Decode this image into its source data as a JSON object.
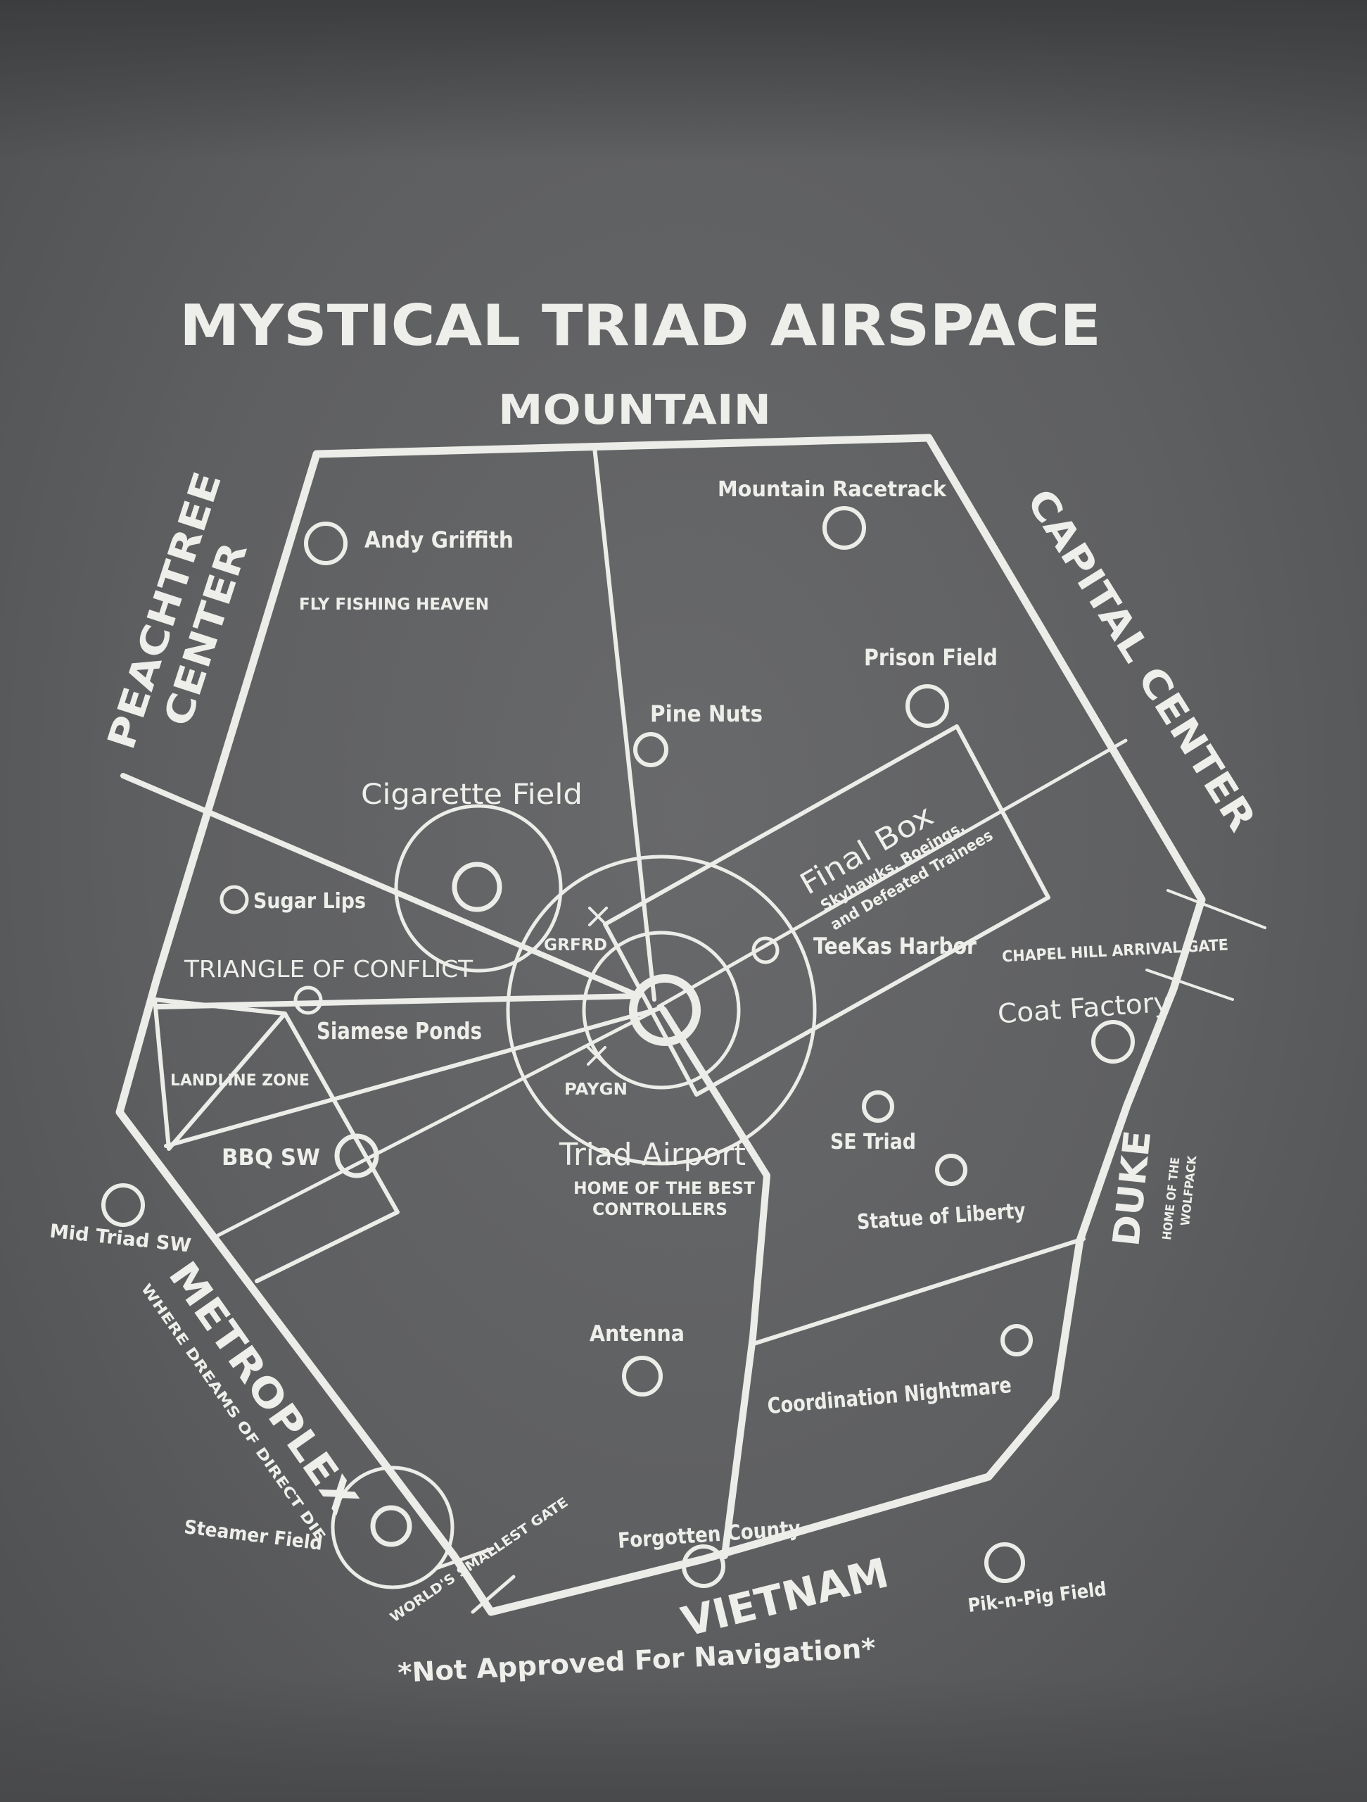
{
  "title": "MYSTICAL TRIAD AIRSPACE",
  "disclaimer": "*Not Approved For Navigation*",
  "regions": {
    "mountain": "MOUNTAIN",
    "peachtree_line1": "PEACHTREE",
    "peachtree_line2": "CENTER",
    "capital": "CAPITAL CENTER",
    "duke": "DUKE",
    "duke_sub1": "HOME OF THE",
    "duke_sub2": "WOLFPACK",
    "metroplex": "METROPLEX",
    "metroplex_sub": "WHERE DREAMS OF DIRECT DIE",
    "vietnam": "VIETNAM"
  },
  "places": {
    "andy_griffith": "Andy Griffith",
    "fly_fishing": "FLY FISHING HEAVEN",
    "mountain_racetrack": "Mountain Racetrack",
    "prison_field": "Prison Field",
    "pine_nuts": "Pine Nuts",
    "cigarette_field": "Cigarette Field",
    "sugar_lips": "Sugar Lips",
    "triangle": "TRIANGLE OF CONFLICT",
    "siamese_ponds": "Siamese Ponds",
    "landline_zone": "LANDLINE ZONE",
    "bbq_sw": "BBQ SW",
    "mid_triad_sw": "Mid Triad SW",
    "steamer_field": "Steamer Field",
    "worlds_smallest_gate": "WORLD'S SMALLEST GATE",
    "forgotten_county": "Forgotten County",
    "antenna": "Antenna",
    "triad_airport": "Triad Airport",
    "airport_sub1": "HOME OF THE BEST",
    "airport_sub2": "CONTROLLERS",
    "grfrd": "GRFRD",
    "paygn": "PAYGN",
    "final_box": "Final Box",
    "final_box_sub1": "Skyhawks, Boeings,",
    "final_box_sub2": "and Defeated Trainees",
    "teekas_harbor": "TeeKas Harbor",
    "chapel_hill_gate": "CHAPEL HILL ARRIVAL GATE",
    "coat_factory": "Coat Factory",
    "se_triad": "SE Triad",
    "statue_of_liberty": "Statue of Liberty",
    "coordination_nightmare": "Coordination Nightmare",
    "pik_n_pig": "Pik-n-Pig Field"
  },
  "colors": {
    "shirt": "#5c5d5f",
    "ink": "#eeeeea"
  }
}
